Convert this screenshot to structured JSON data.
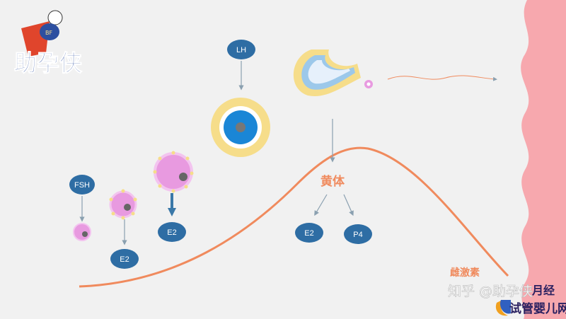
{
  "logo": {
    "text": "助孕侠",
    "badge": "BF"
  },
  "hormones": {
    "lh": "LH",
    "fsh": "FSH",
    "e2_small": "E2",
    "e2_large": "E2",
    "e2_corpus": "E2",
    "p4": "P4"
  },
  "labels": {
    "corpus_luteum": "黄体",
    "estrogen": "雌激素",
    "menstruation": "月经"
  },
  "watermarks": {
    "zhihu": "知乎 @助孕侠",
    "site": "试管婴儿网"
  },
  "colors": {
    "node": "#2e6da4",
    "curve": "#f08a5d",
    "uterus": "#f7a8ae",
    "follicle": "#e89ae0",
    "granulosa": "#f6dd8a",
    "label": "#f08a5d"
  }
}
